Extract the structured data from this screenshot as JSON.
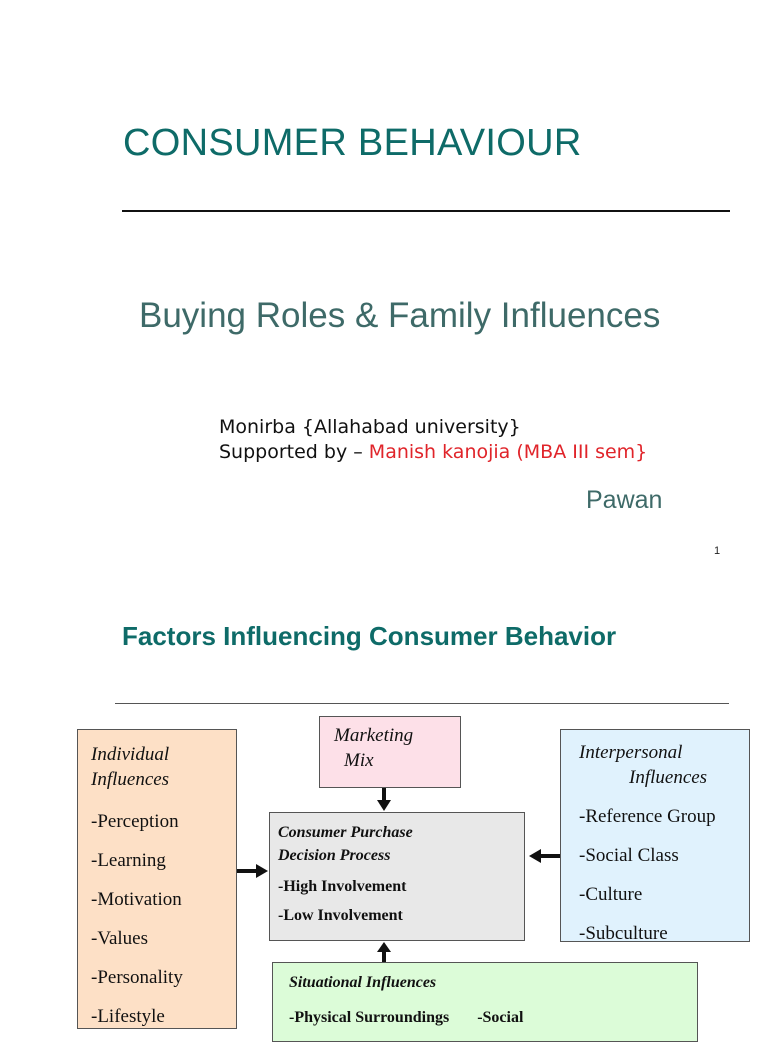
{
  "slide1": {
    "title": "CONSUMER BEHAVIOUR",
    "subtitle": "Buying Roles & Family Influences",
    "author_line": "Monirba {Allahabad university}",
    "supported_prefix": "Supported by – ",
    "supported_name": "Manish kanojia (MBA III sem}",
    "extra_name": "Pawan",
    "page_number": "1"
  },
  "slide2": {
    "title": "Factors Influencing Consumer Behavior",
    "individual": {
      "heading_line1": "Individual",
      "heading_line2": "Influences",
      "items": [
        "-Perception",
        "-Learning",
        "-Motivation",
        "-Values",
        "-Personality",
        "-Lifestyle"
      ]
    },
    "marketing_mix": {
      "line1": "Marketing",
      "line2": "Mix"
    },
    "decision_process": {
      "heading_line1": "Consumer Purchase",
      "heading_line2": "Decision Process",
      "items": [
        "-High Involvement",
        "-Low Involvement"
      ]
    },
    "interpersonal": {
      "heading_line1": "Interpersonal",
      "heading_line2": "Influences",
      "items": [
        "-Reference Group",
        "-Social Class",
        "-Culture",
        "-Subculture"
      ]
    },
    "situational": {
      "heading": "Situational Influences",
      "items": [
        "-Physical Surroundings",
        "-Social"
      ]
    }
  },
  "colors": {
    "title_teal": "#0e6b68",
    "subtitle_teal": "#3e6a68",
    "accent_red": "#e0242a",
    "individual_bg": "#fde0c6",
    "marketing_bg": "#fde0e8",
    "decision_bg": "#e8e8e8",
    "interpersonal_bg": "#e0f2fd",
    "situational_bg": "#dcfcd8"
  }
}
